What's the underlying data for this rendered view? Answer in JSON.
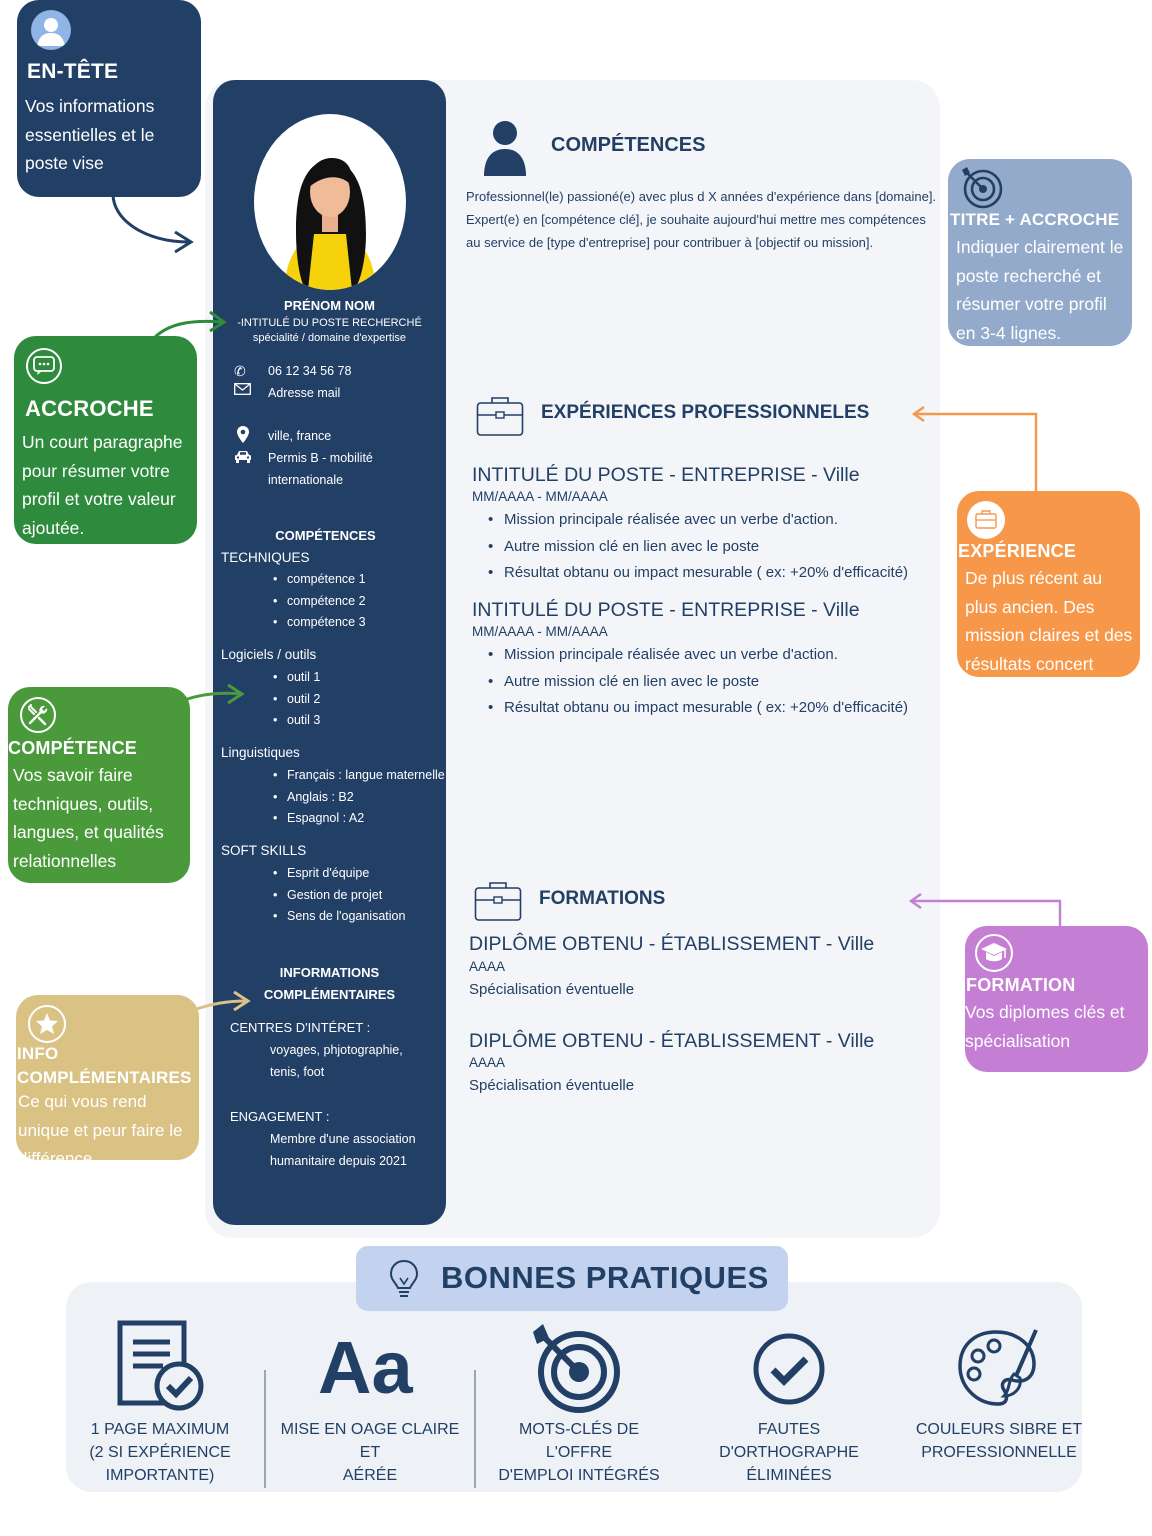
{
  "notes": {
    "header": {
      "title": "EN-TÊTE",
      "text": "Vos informations essentielles et le poste vise"
    },
    "hook": {
      "title": "ACCROCHE",
      "text": "Un court paragraphe pour résumer votre profil et votre valeur ajoutée."
    },
    "skill": {
      "title": "COMPÉTENCE",
      "text": "Vos savoir faire techniques, outils, langues, et qualités relationnelles"
    },
    "info": {
      "title_line1": "INFO",
      "title_line2": "COMPLÉMENTAIRES",
      "text": "Ce qui vous rend unique et peur faire le différence"
    },
    "title_hook": {
      "title": "TITRE + ACCROCHE",
      "text": "Indiquer clairement le poste recherché et résumer votre profil en 3-4 lignes."
    },
    "experience": {
      "title": "EXPÉRIENCE",
      "text": "De plus récent au plus ancien. Des mission claires et des résultats concert"
    },
    "education": {
      "title": "FORMATION",
      "text": "Vos diplomes clés et spécialisation"
    }
  },
  "sidebar": {
    "name": "PRÉNOM NOM",
    "job": "-INTITULÉ DU POSTE RECHERCHÉ",
    "specialty": "spécialité / domaine d'expertise",
    "phone": "06 12 34 56 78",
    "email": "Adresse mail",
    "city": "ville, france",
    "license_line1": "Permis B - mobilité",
    "license_line2": "internationale",
    "skills_title": "COMPÉTENCES",
    "technical_title": "TECHNIQUES",
    "technical": [
      "compétence 1",
      "compétence 2",
      "compétence 3"
    ],
    "tools_title": "Logiciels / outils",
    "tools": [
      "outil 1",
      "outil 2",
      "outil 3"
    ],
    "languages_title": "Linguistiques",
    "languages": [
      "Français  : langue maternelle",
      "Anglais : B2",
      "Espagnol : A2"
    ],
    "soft_title": "SOFT SKILLS",
    "soft": [
      "Esprit d'équipe",
      "Gestion de projet",
      "Sens de l'oganisation"
    ],
    "extra_title_line1": "INFORMATIONS",
    "extra_title_line2": "COMPLÉMENTAIRES",
    "interests_title": "CENTRES D'INTÉRET :",
    "interests_line1": "voyages, phjotographie,",
    "interests_line2": "tenis, foot",
    "engagement_title": "ENGAGEMENT :",
    "engagement_line1": "Membre d'une association",
    "engagement_line2": "humanitaire depuis 2021"
  },
  "main": {
    "skills_title": "COMPÉTENCES",
    "summary_lines": [
      "Professionnel(le) passioné(e) avec plus d X années d'expérience dans [domaine].",
      "Expert(e) en [compétence clé], je souhaite aujourd'hui mettre mes compétences",
      "au service de [type d'entreprise] pour contribuer à [objectif ou mission]."
    ],
    "experience_title": "EXPÉRIENCES PROFESSIONNELES",
    "jobs": [
      {
        "title": "INTITULÉ DU POSTE - ENTREPRISE - Ville",
        "dates": "MM/AAAA - MM/AAAA",
        "bullets": [
          "Mission principale réalisée avec un verbe d'action.",
          "Autre mission clé en lien avec le poste",
          "Résultat obtanu ou impact mesurable ( ex: +20% d'efficacité)"
        ]
      },
      {
        "title": "INTITULÉ DU POSTE - ENTREPRISE - Ville",
        "dates": "MM/AAAA - MM/AAAA",
        "bullets": [
          "Mission principale réalisée avec un verbe d'action.",
          "Autre mission clé en lien avec le poste",
          "Résultat obtanu ou impact mesurable ( ex: +20% d'efficacité)"
        ]
      }
    ],
    "education_title": "FORMATIONS",
    "degrees": [
      {
        "title": "DIPLÔME OBTENU - ÉTABLISSEMENT - Ville",
        "year": "AAAA",
        "spec": "Spécialisation éventuelle"
      },
      {
        "title": "DIPLÔME OBTENU - ÉTABLISSEMENT - Ville",
        "year": "AAAA",
        "spec": "Spécialisation éventuelle"
      }
    ]
  },
  "practices": {
    "title": "BONNES PRATIQUES",
    "items": [
      {
        "icon": "document-check-icon",
        "line1": "1 PAGE MAXIMUM",
        "line2": "(2 SI EXPÉRIENCE",
        "line3": "IMPORTANTE)"
      },
      {
        "icon": "typography-icon",
        "glyph": "Aa",
        "line1": "MISE EN OAGE CLAIRE ET",
        "line2": "AÉRÉE"
      },
      {
        "icon": "target-icon",
        "line1": "MOTS-CLÉS DE L'OFFRE",
        "line2": "D'EMPLOI INTÉGRÉS"
      },
      {
        "icon": "check-circle-icon",
        "line1": "FAUTES D'ORTHOGRAPHE",
        "line2": "ÉLIMINÉES"
      },
      {
        "icon": "palette-icon",
        "line1": "COULEURS SIBRE ET",
        "line2": "PROFESSIONNELLE"
      }
    ]
  },
  "colors": {
    "navy": "#223f66",
    "green_dark": "#2e8b3e",
    "green": "#4a9a3c",
    "gold": "#d9c283",
    "blue_gray": "#94aacb",
    "orange": "#f7974a",
    "purple": "#c47fd5"
  }
}
